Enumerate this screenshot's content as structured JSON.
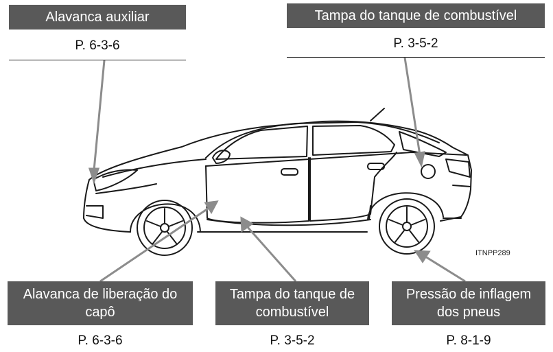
{
  "callouts": {
    "top_left": {
      "label": "Alavanca auxiliar",
      "ref": "P. 6-3-6"
    },
    "top_right": {
      "label": "Tampa do tanque de combustível",
      "ref": "P. 3-5-2"
    },
    "bottom_left": {
      "label": "Alavanca de liberação do capô",
      "ref": "P. 6-3-6"
    },
    "bottom_center": {
      "label": "Tampa do tanque de combustível",
      "ref": "P. 3-5-2"
    },
    "bottom_right": {
      "label": "Pressão de inflagem dos pneus",
      "ref": "P. 8-1-9"
    }
  },
  "image_code": "ITNPP289",
  "colors": {
    "label_box": "#595959",
    "label_text": "#ffffff",
    "leader": "#8c8c8c",
    "outline": "#1a1a1a"
  }
}
